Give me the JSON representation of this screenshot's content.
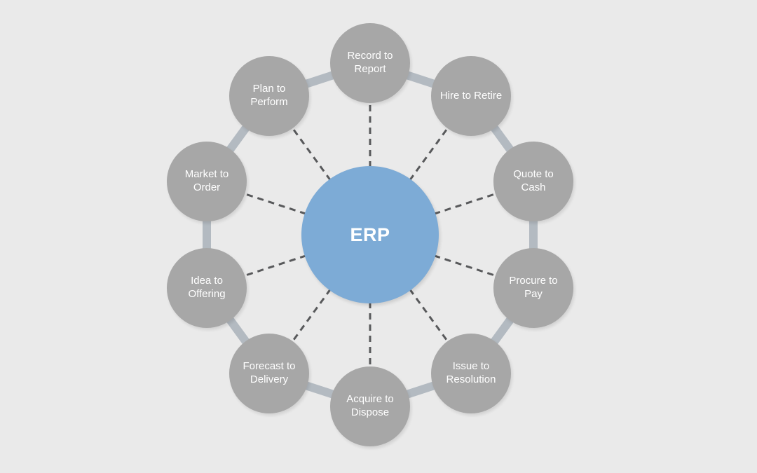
{
  "diagram_type": "hub-and-spoke",
  "center_label": "ERP",
  "nodes": [
    {
      "label": "Record to Report"
    },
    {
      "label": "Hire to Retire"
    },
    {
      "label": "Quote to Cash"
    },
    {
      "label": "Procure to Pay"
    },
    {
      "label": "Issue to Resolution"
    },
    {
      "label": "Acquire to Dispose"
    },
    {
      "label": "Forecast to Delivery"
    },
    {
      "label": "Idea to Offering"
    },
    {
      "label": "Market to Order"
    },
    {
      "label": "Plan to Perform"
    }
  ],
  "colors": {
    "background": "#eaeaea",
    "satellite_fill": "#a7a7a7",
    "satellite_text": "#ffffff",
    "center_fill": "#7dabd6",
    "center_text": "#ffffff",
    "ring_connector": "#b3bac1",
    "dashed_spoke": "#58595b"
  }
}
